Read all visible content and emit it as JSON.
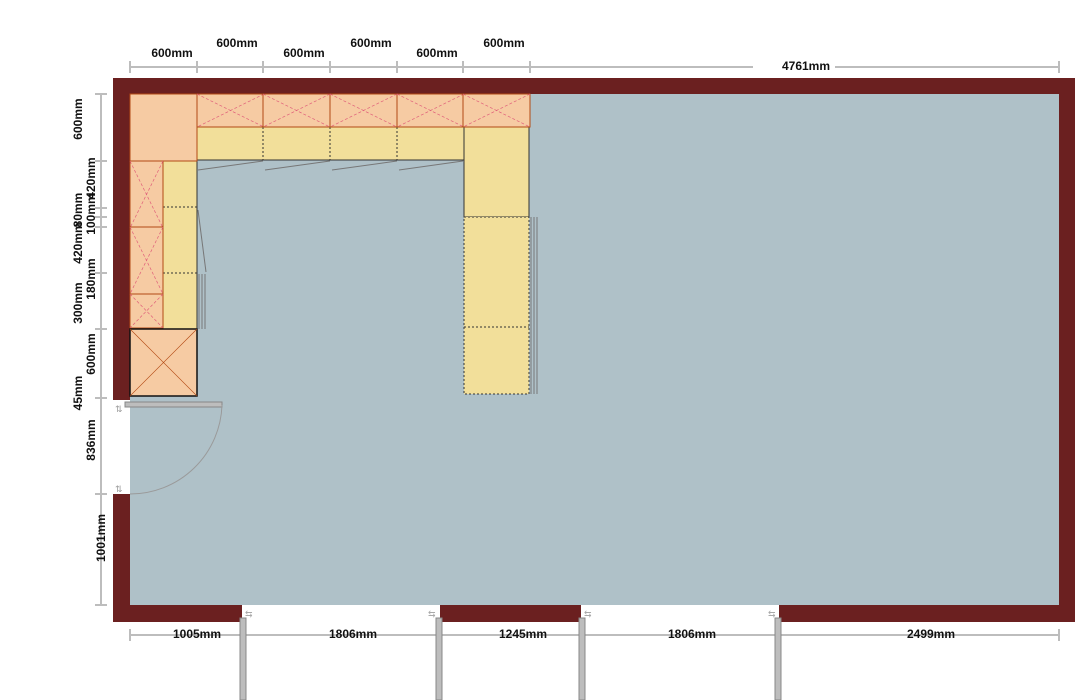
{
  "colors": {
    "wall": "#6b2020",
    "floor": "#afc1c8",
    "wall_cabinet": "#f6cba3",
    "wall_cabinet_border": "#b34a14",
    "base_cabinet": "#f2df9a",
    "tall_unit": "#f6cba3",
    "dimension_line": "#bdbdbd",
    "door_frame": "#bdbdbd"
  },
  "dimensions": {
    "top_row1": [
      "600mm",
      "600mm",
      "600mm"
    ],
    "top_row2": [
      "600mm",
      "600mm",
      "600mm"
    ],
    "top_right": "4761mm",
    "left_outer": [
      "600mm",
      "420mm",
      "180mm",
      "600mm",
      "836mm",
      "1001mm"
    ],
    "left_inner": [
      "420mm",
      "80mm",
      "100mm",
      "420mm",
      "300mm",
      "45mm"
    ],
    "bottom": [
      "1005mm",
      "1806mm",
      "1245mm",
      "1806mm",
      "2499mm"
    ]
  }
}
